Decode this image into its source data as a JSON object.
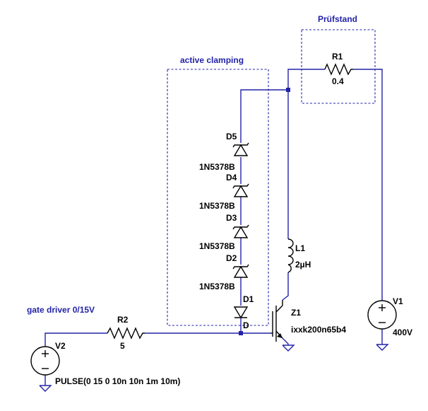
{
  "boxes": {
    "pruefstand": "Prüfstand",
    "clamping": "active clamping"
  },
  "labels": {
    "gate_driver": "gate driver 0/15V"
  },
  "components": {
    "R1": {
      "name": "R1",
      "value": "0.4"
    },
    "R2": {
      "name": "R2",
      "value": "5"
    },
    "L1": {
      "name": "L1",
      "value": "2µH"
    },
    "V1": {
      "name": "V1",
      "value": "400V"
    },
    "V2": {
      "name": "V2",
      "value": "PULSE(0 15 0 10n 10n 1m 10m)"
    },
    "Z1": {
      "name": "Z1",
      "value": "ixxk200n65b4"
    },
    "D1": {
      "name": "D1",
      "pin": "D"
    },
    "D2": {
      "name": "D2",
      "value": "1N5378B"
    },
    "D3": {
      "name": "D3",
      "value": "1N5378B"
    },
    "D4": {
      "name": "D4",
      "value": "1N5378B"
    },
    "D5": {
      "name": "D5",
      "value": "1N5378B"
    }
  },
  "colors": {
    "wire": "#2323a8",
    "component": "#000000",
    "text": "#000000",
    "box_label": "#2323a8"
  }
}
